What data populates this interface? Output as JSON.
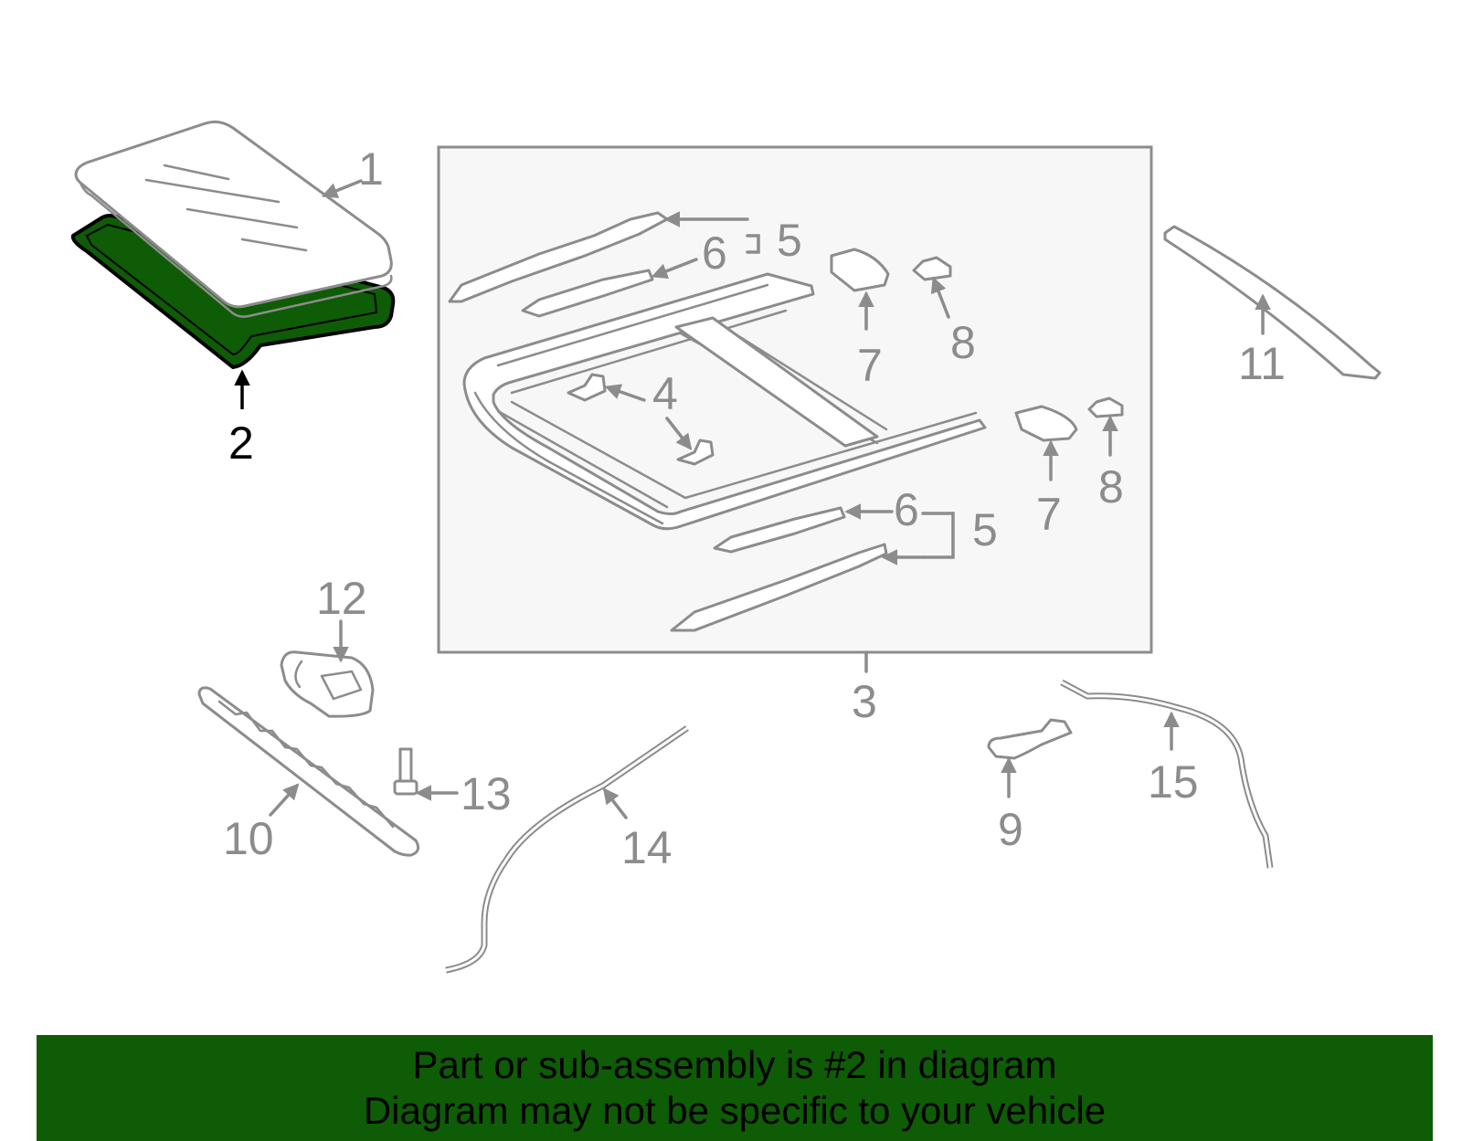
{
  "diagram": {
    "highlight_color": "#0e5c05",
    "line_color": "#8c8c8c",
    "box_fill": "#f7f7f7",
    "callouts": {
      "c1": "1",
      "c2": "2",
      "c3": "3",
      "c4": "4",
      "c5a": "5",
      "c5b": "5",
      "c6a": "6",
      "c6b": "6",
      "c7a": "7",
      "c7b": "7",
      "c8a": "8",
      "c8b": "8",
      "c9": "9",
      "c10": "10",
      "c11": "11",
      "c12": "12",
      "c13": "13",
      "c14": "14",
      "c15": "15"
    },
    "highlighted_part": "2"
  },
  "banner": {
    "line1": "Part or sub-assembly is #2 in diagram",
    "line2": "Diagram may not be specific to your vehicle"
  }
}
